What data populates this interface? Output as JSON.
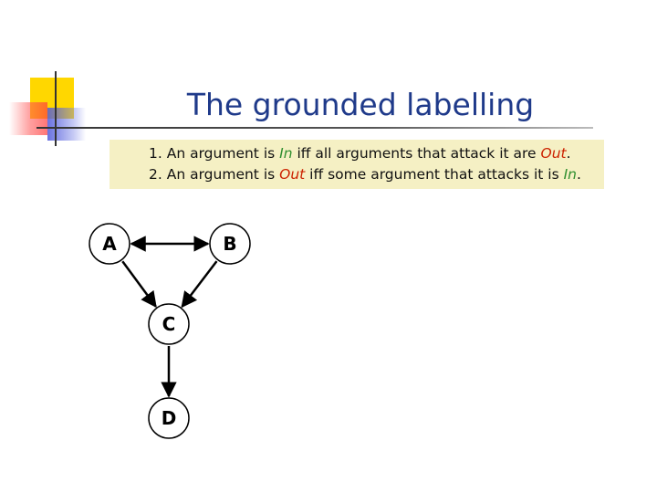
{
  "title": "The grounded labelling",
  "rules": [
    {
      "number": "1.",
      "before": "An argument is ",
      "term": "In",
      "after": " iff all arguments that attack it are ",
      "term2": "Out",
      "end": "."
    },
    {
      "number": "2.",
      "before": "An argument is ",
      "term": "Out",
      "after": " iff some argument that attacks it is ",
      "term2": "In",
      "end": "."
    }
  ],
  "graph": {
    "nodes": [
      {
        "id": "A",
        "label": "A"
      },
      {
        "id": "B",
        "label": "B"
      },
      {
        "id": "C",
        "label": "C"
      },
      {
        "id": "D",
        "label": "D"
      }
    ],
    "edges": [
      {
        "from": "A",
        "to": "B",
        "bidirectional": true
      },
      {
        "from": "A",
        "to": "C"
      },
      {
        "from": "B",
        "to": "C"
      },
      {
        "from": "C",
        "to": "D"
      }
    ]
  },
  "colors": {
    "title": "#1f3a8a",
    "in": "#2f8f2f",
    "out": "#cc2200",
    "rules_bg": "#f5f0c4"
  }
}
